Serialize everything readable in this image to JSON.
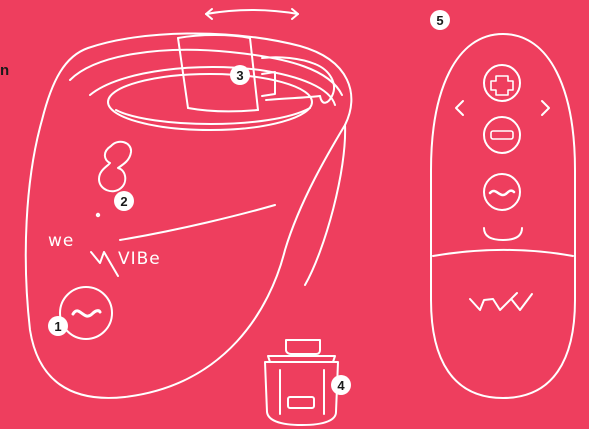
{
  "colors": {
    "background": "#EE3E5E",
    "line": "#ffffff",
    "badge_fill": "#ffffff",
    "badge_text": "#1a1a1a"
  },
  "callouts": [
    {
      "label": "1"
    },
    {
      "label": "2"
    },
    {
      "label": "3"
    },
    {
      "label": "4"
    },
    {
      "label": "5"
    }
  ],
  "device": {
    "logo_left": "we",
    "logo_right": "VIBe",
    "icons": [
      "wave-button-icon",
      "power-button-icon",
      "adjust-arrow-icon"
    ]
  },
  "charger_cap": {
    "icons": [
      "charger-cap-icon"
    ]
  },
  "remote": {
    "logo": "W V",
    "icons": [
      "plus-icon",
      "minus-icon",
      "wave-icon",
      "chevron-left-icon",
      "chevron-right-icon"
    ]
  },
  "edge_fragment": "n"
}
